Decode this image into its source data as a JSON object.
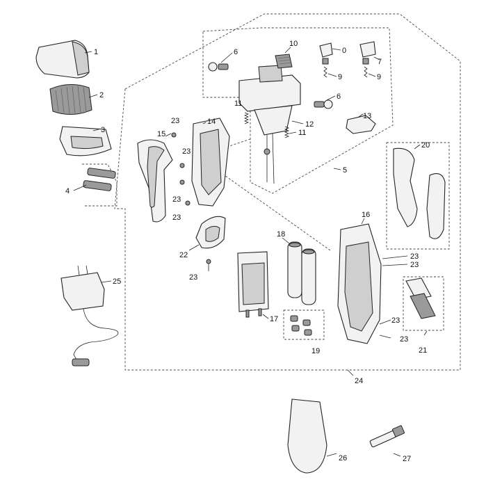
{
  "callouts": {
    "c1": "1",
    "c2": "2",
    "c3": "3",
    "c4": "4",
    "c5": "5",
    "c6a": "6",
    "c6b": "6",
    "c7": "7",
    "c8": "0",
    "c9a": "9",
    "c9b": "9",
    "c10": "10",
    "c11a": "11",
    "c11b": "11",
    "c12": "12",
    "c13": "13",
    "c14": "14",
    "c15": "15",
    "c16": "16",
    "c17": "17",
    "c18": "18",
    "c19": "19",
    "c20": "20",
    "c21": "21",
    "c22": "22",
    "c23a": "23",
    "c23b": "23",
    "c23c": "23",
    "c23d": "23",
    "c23e": "23",
    "c23f": "23",
    "c23g": "23",
    "c23h": "23",
    "c23i": "23",
    "c24": "24",
    "c25": "25",
    "c26": "26",
    "c27": "27"
  }
}
